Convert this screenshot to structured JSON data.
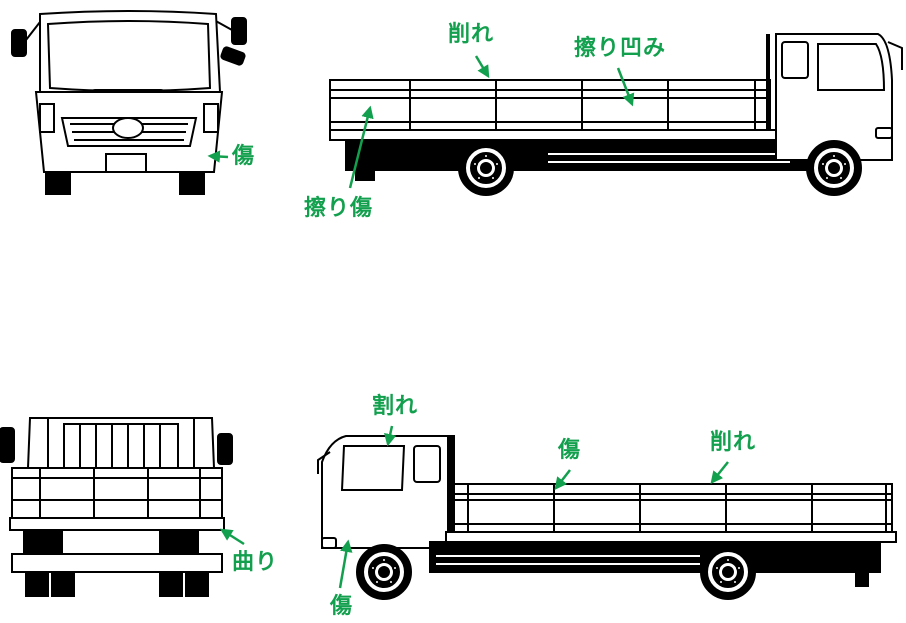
{
  "colors": {
    "accent": "#13a04e",
    "line": "#000000",
    "fill": "#ffffff"
  },
  "views": {
    "front": {
      "label_1": "傷"
    },
    "left_side": {
      "label_1": "削れ",
      "label_2": "擦り凹み",
      "label_3": "擦り傷"
    },
    "rear": {
      "label_1": "曲り"
    },
    "right_side": {
      "label_1": "割れ",
      "label_2": "傷",
      "label_3": "削れ",
      "label_4": "傷"
    }
  }
}
